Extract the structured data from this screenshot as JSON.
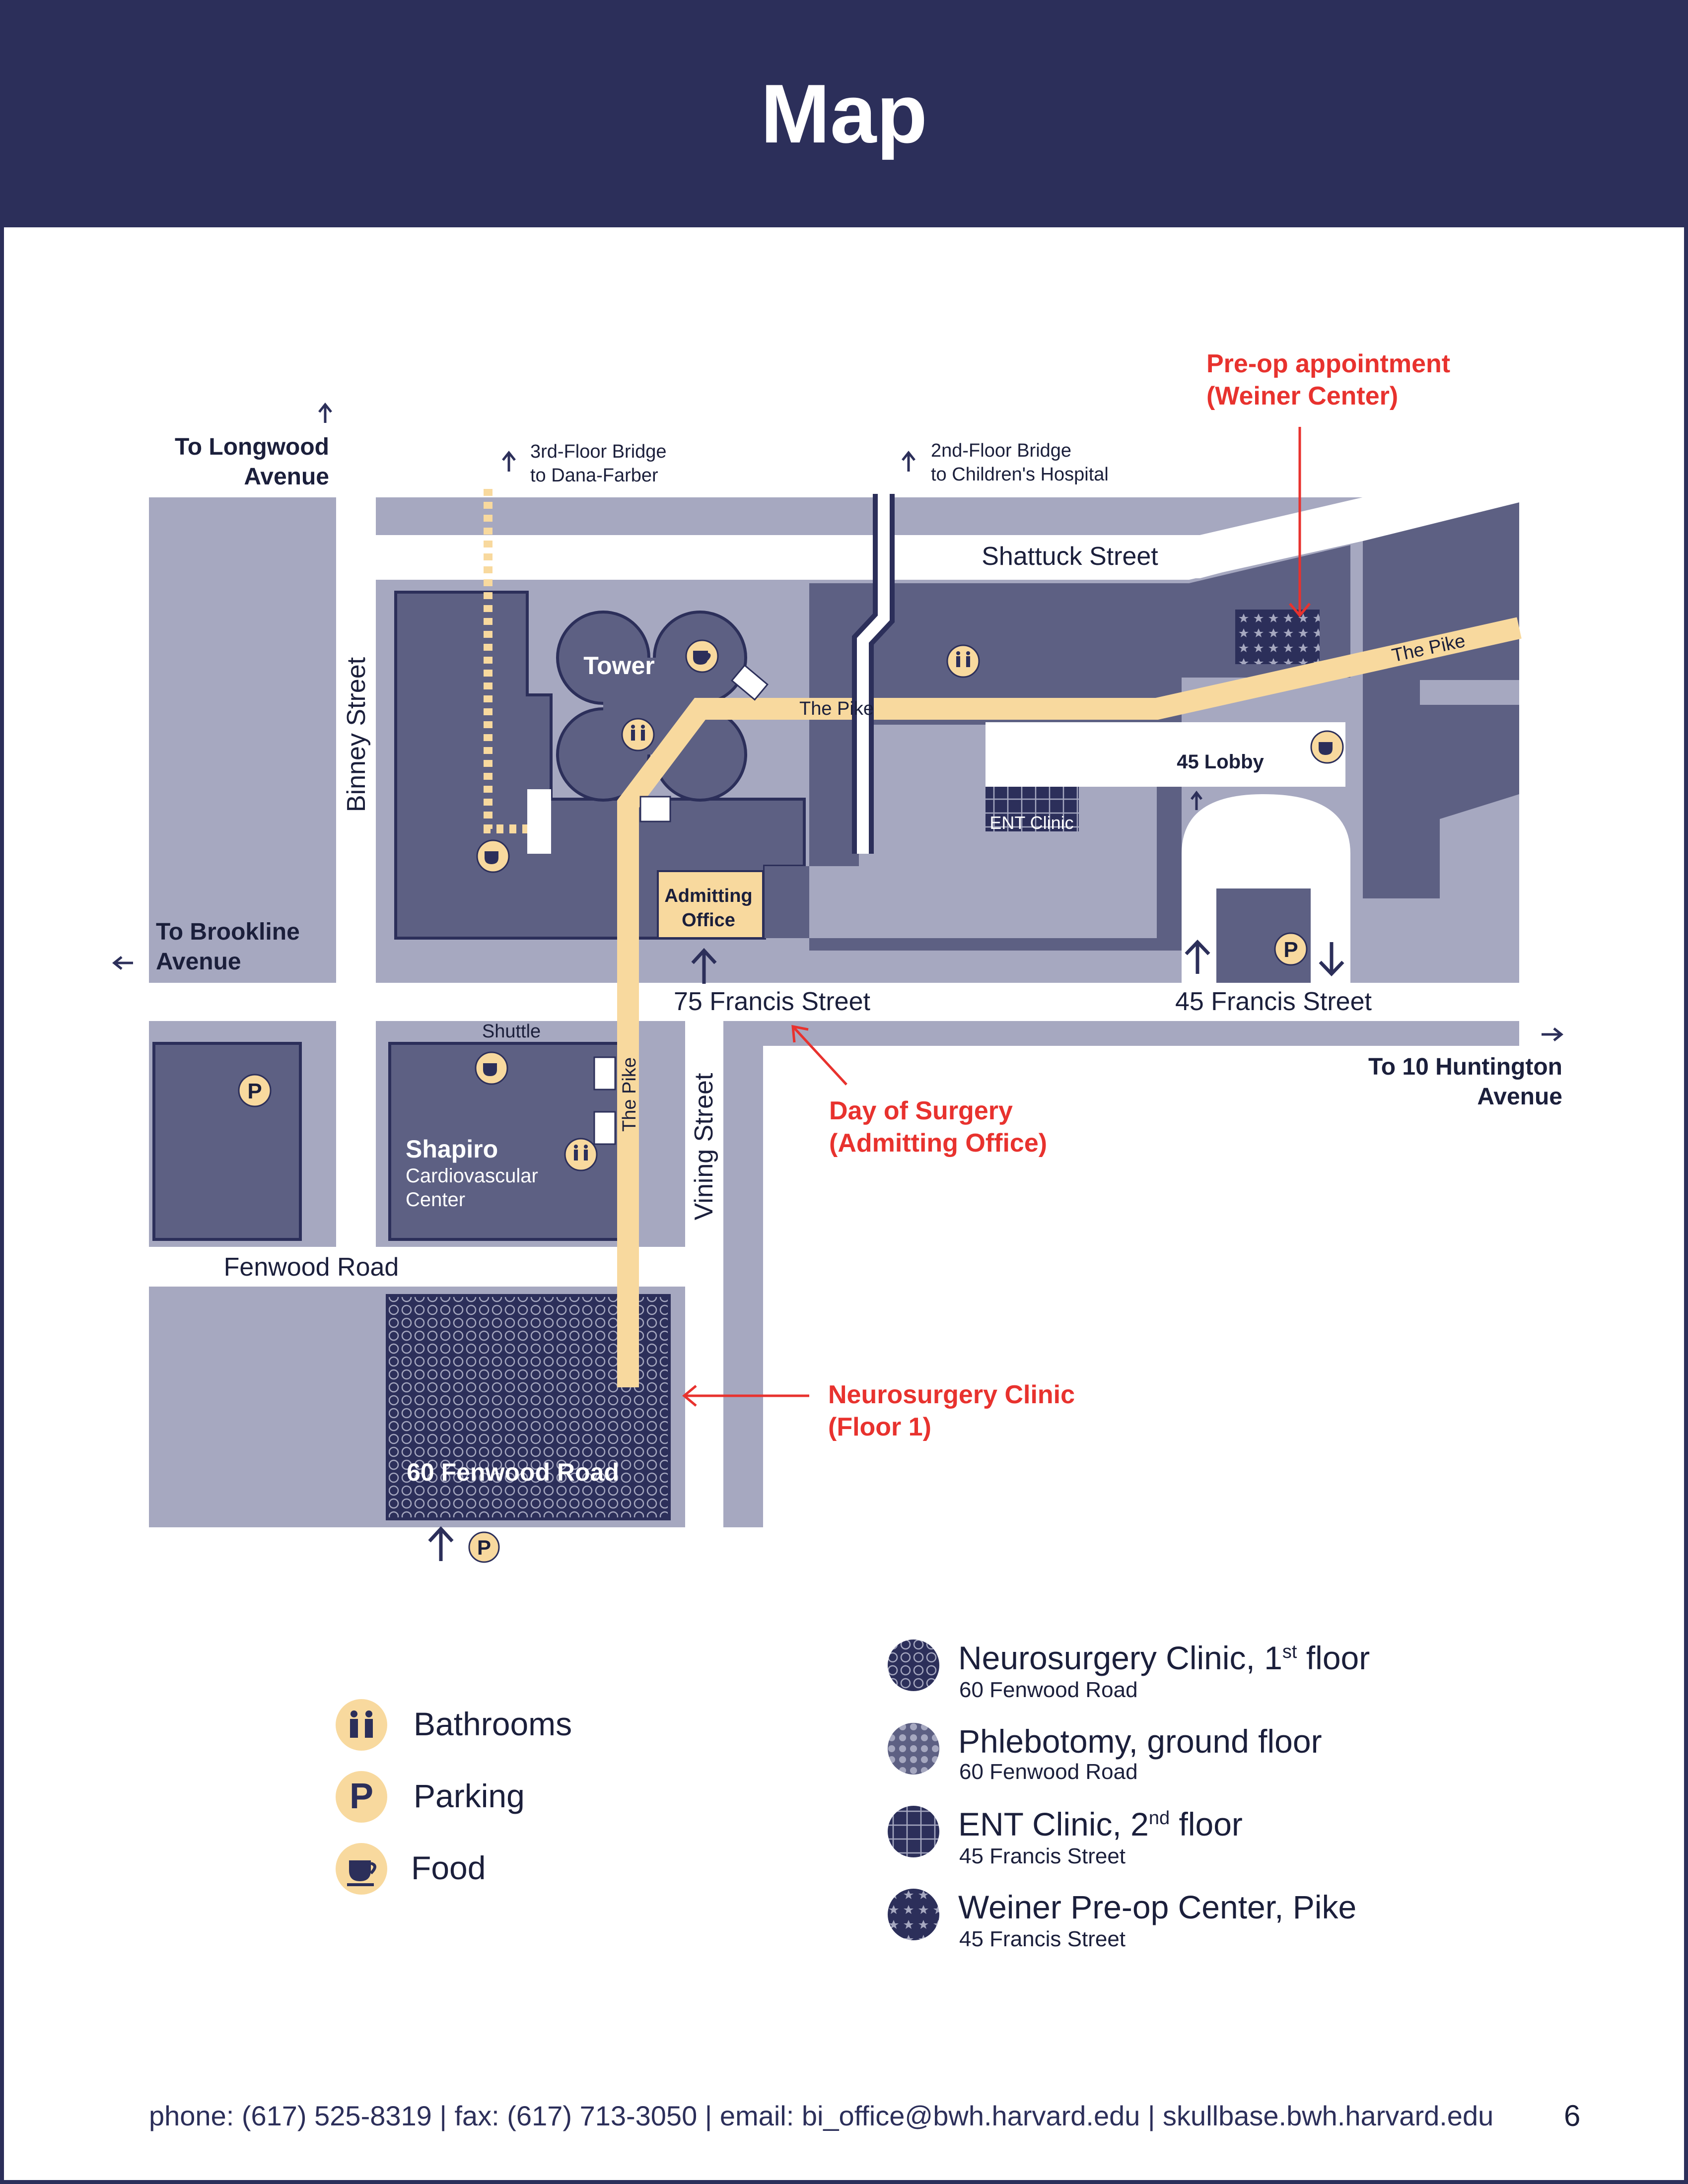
{
  "header": {
    "title": "Map"
  },
  "colors": {
    "navy": "#2c2f5a",
    "building": "#5d6083",
    "block": "#a6a8c0",
    "pike": "#f8d99e",
    "red": "#e8322e",
    "white": "#ffffff"
  },
  "streets": {
    "shattuck": "Shattuck Street",
    "binney": "Binney Street",
    "francis75": "75 Francis Street",
    "francis45": "45 Francis Street",
    "vining": "Vining Street",
    "fenwood": "Fenwood Road"
  },
  "directions": {
    "longwood_1": "To Longwood",
    "longwood_2": "Avenue",
    "brookline_1": "To Brookline",
    "brookline_2": "Avenue",
    "huntington_1": "To 10 Huntington",
    "huntington_2": "Avenue",
    "bridge3_1": "3rd-Floor Bridge",
    "bridge3_2": "to Dana-Farber",
    "bridge2_1": "2nd-Floor Bridge",
    "bridge2_2": "to Children's Hospital"
  },
  "places": {
    "tower": "Tower",
    "pike_main": "The Pike",
    "pike_east": "The Pike",
    "pike_vertical": "The Pike",
    "lobby45": "45 Lobby",
    "ent": "ENT Clinic",
    "admitting_1": "Admitting",
    "admitting_2": "Office",
    "shuttle": "Shuttle",
    "shapiro_1": "Shapiro",
    "shapiro_2": "Cardiovascular",
    "shapiro_3": "Center",
    "fenwood60": "60 Fenwood Road"
  },
  "callouts": {
    "preop_1": "Pre-op appointment",
    "preop_2": "(Weiner Center)",
    "surgery_1": "Day of Surgery",
    "surgery_2": "(Admitting Office)",
    "neuro_1": "Neurosurgery Clinic",
    "neuro_2": "(Floor 1)"
  },
  "legend_icons": [
    {
      "icon": "bathroom-icon",
      "label": "Bathrooms"
    },
    {
      "icon": "parking-icon",
      "label": "Parking"
    },
    {
      "icon": "food-icon",
      "label": "Food"
    }
  ],
  "legend_areas": [
    {
      "label": "Neurosurgery Clinic, 1",
      "sup": "st",
      "tail": " floor",
      "address": "60 Fenwood Road",
      "pattern": "hex"
    },
    {
      "label": "Phlebotomy, ground floor",
      "sup": "",
      "tail": "",
      "address": "60 Fenwood Road",
      "pattern": "dots"
    },
    {
      "label": "ENT Clinic, 2",
      "sup": "nd",
      "tail": " floor",
      "address": "45 Francis Street",
      "pattern": "grid"
    },
    {
      "label": "Weiner Pre-op Center, Pike",
      "sup": "",
      "tail": "",
      "address": "45 Francis Street",
      "pattern": "stars"
    }
  ],
  "icon_glyphs": {
    "parking": "P"
  },
  "footer": {
    "text": "phone: (617) 525-8319  |  fax: (617) 713-3050  |  email: bi_office@bwh.harvard.edu  |  skullbase.bwh.harvard.edu",
    "page": "6"
  }
}
